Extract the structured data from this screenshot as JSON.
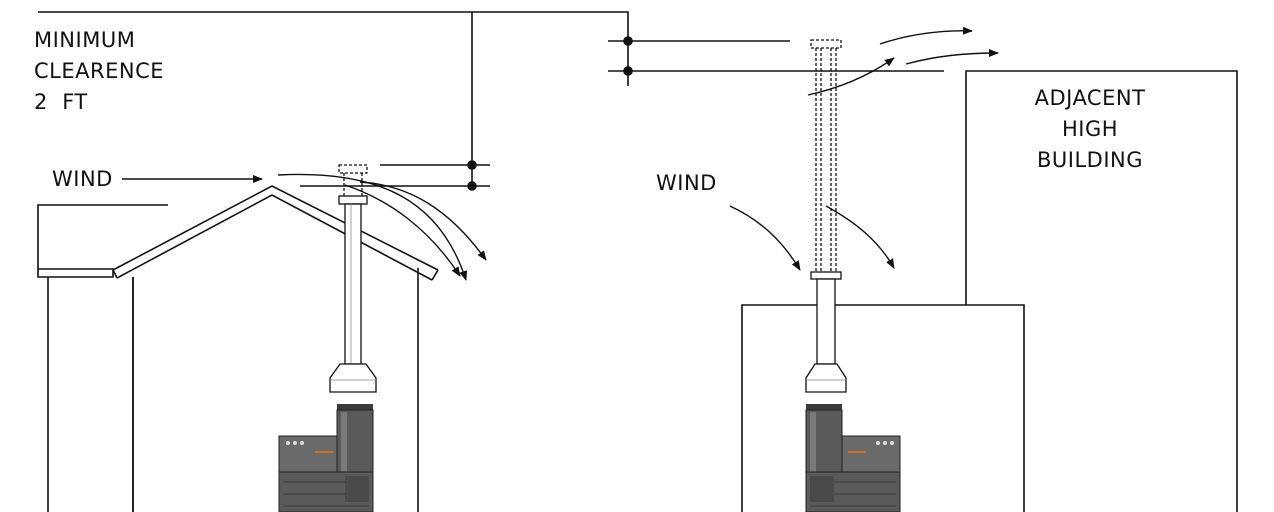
{
  "clearance": {
    "line1": "MINIMUM",
    "line2": "CLEARENCE",
    "line3": "2  FT"
  },
  "wind_left": "WIND",
  "wind_right": "WIND",
  "building": {
    "line1": "ADJACENT",
    "line2": "HIGH",
    "line3": "BUILDING"
  },
  "colors": {
    "line": "#111111",
    "stove_body": "#5a5a5a",
    "stove_dark": "#3a3a3a",
    "stove_light": "#7a7a7a",
    "background": "#ffffff"
  }
}
